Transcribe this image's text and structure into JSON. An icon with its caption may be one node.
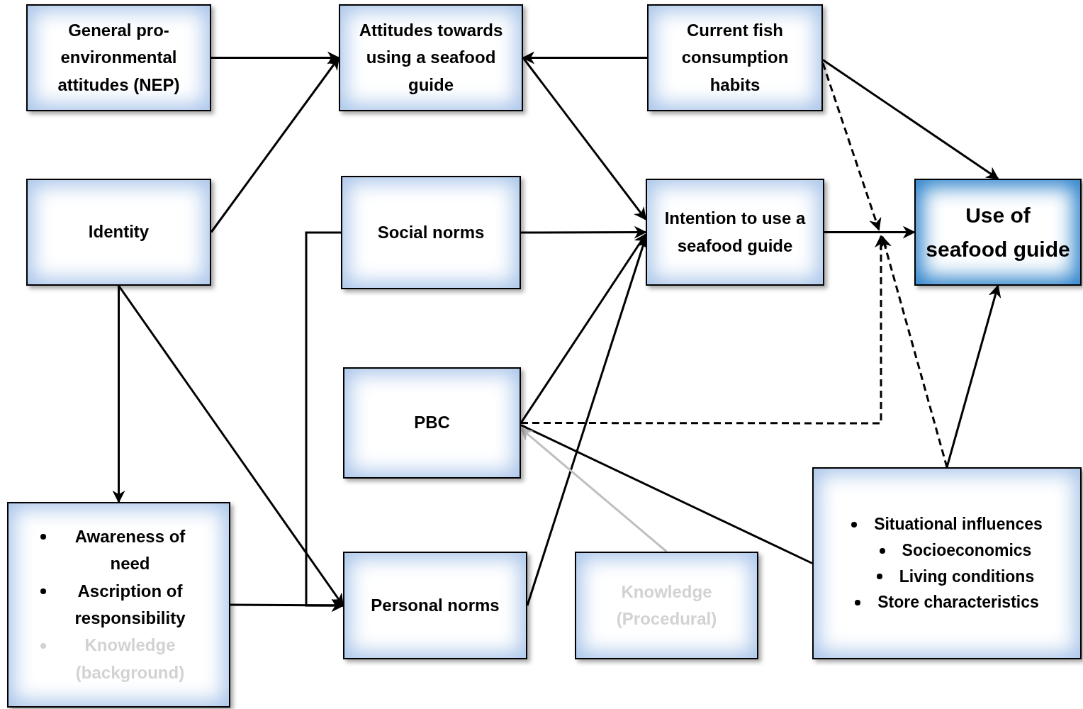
{
  "diagram": {
    "nodes": [
      {
        "text": [
          "General pro-environmental attitudes (NEP)"
        ]
      },
      {
        "text": [
          "Attitudes towards using a seafood guide"
        ]
      },
      {
        "text": [
          "Current fish consumption habits"
        ]
      },
      {
        "text": [
          "Identity"
        ]
      },
      {
        "text": [
          "Social norms"
        ]
      },
      {
        "text": [
          "Intention to use a seafood guide"
        ]
      },
      {
        "text": [
          "Use of seafood guide"
        ]
      },
      {
        "text": [
          "PBC"
        ]
      },
      {
        "text": [
          "Awareness of need",
          "Ascription of responsibility",
          "Knowledge (background)"
        ]
      },
      {
        "text": [
          "Personal norms"
        ]
      },
      {
        "text": [
          "Knowledge (Procedural)"
        ]
      },
      {
        "text": [
          "Situational influences",
          "Socioeconomics",
          "Living conditions",
          "Store characteristics"
        ]
      }
    ],
    "edges": [
      {
        "from": 0,
        "to": 1,
        "arrow": "to"
      },
      {
        "from": 3,
        "to": 1,
        "arrow": "to"
      },
      {
        "from": 2,
        "to": 1,
        "arrow": "to"
      },
      {
        "from": 1,
        "to": 5,
        "arrow": "to"
      },
      {
        "from": 4,
        "to": 5,
        "arrow": "to"
      },
      {
        "from": 2,
        "to": 6,
        "arrow": "to"
      },
      {
        "from": 5,
        "to": 6,
        "arrow": "to"
      },
      {
        "from": 2,
        "to": null,
        "arrow": "to",
        "style": "dashed"
      },
      {
        "from": 7,
        "to": 5,
        "arrow": "to"
      },
      {
        "from": 9,
        "to": 5,
        "arrow": "to"
      },
      {
        "from": 7,
        "to": null,
        "arrow": "to",
        "style": "dashed"
      },
      {
        "from": 11,
        "to": null,
        "arrow": "to",
        "style": "dashed"
      },
      {
        "from": 11,
        "to": 6,
        "arrow": "to"
      },
      {
        "from": 3,
        "to": 8,
        "arrow": "to"
      },
      {
        "from": 3,
        "to": 9,
        "arrow": "to"
      },
      {
        "from": 8,
        "to": 9,
        "arrow": "to"
      },
      {
        "from": 4,
        "to": 9,
        "arrow": "to"
      },
      {
        "from": 7,
        "to": 11,
        "arrow": "none"
      },
      {
        "from": 10,
        "to": 7,
        "arrow": "to",
        "color": "#bfbfbf"
      }
    ]
  }
}
